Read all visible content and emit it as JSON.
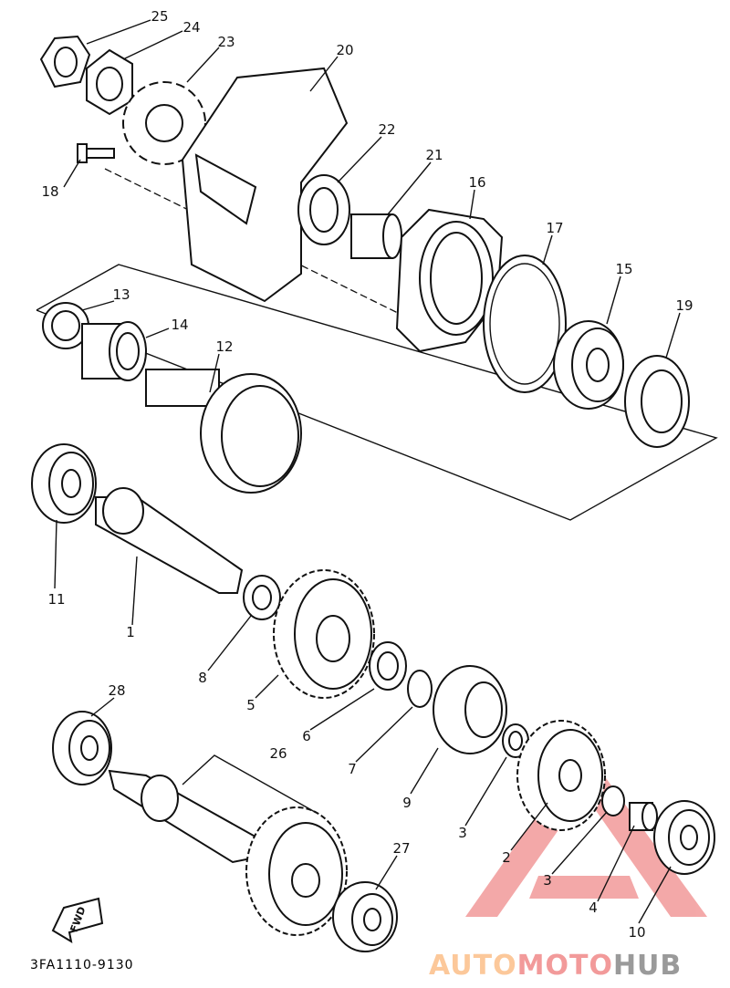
{
  "callouts": [
    "25",
    "24",
    "23",
    "20",
    "22",
    "21",
    "16",
    "17",
    "15",
    "19",
    "18",
    "13",
    "14",
    "12",
    "11",
    "1",
    "8",
    "5",
    "6",
    "7",
    "9",
    "3",
    "2",
    "3",
    "4",
    "10",
    "28",
    "26",
    "27"
  ],
  "fwd_label": "FWD",
  "diagram_code": "3FA1110-9130",
  "watermark": {
    "part1": "AUTO",
    "part2": "MOTO",
    "part3": "HUB"
  },
  "colors": {
    "line": "#111111",
    "watermark_red": "#f29a9a",
    "watermark_orange": "#fcc89a",
    "watermark_gray": "#9a9a9a"
  }
}
